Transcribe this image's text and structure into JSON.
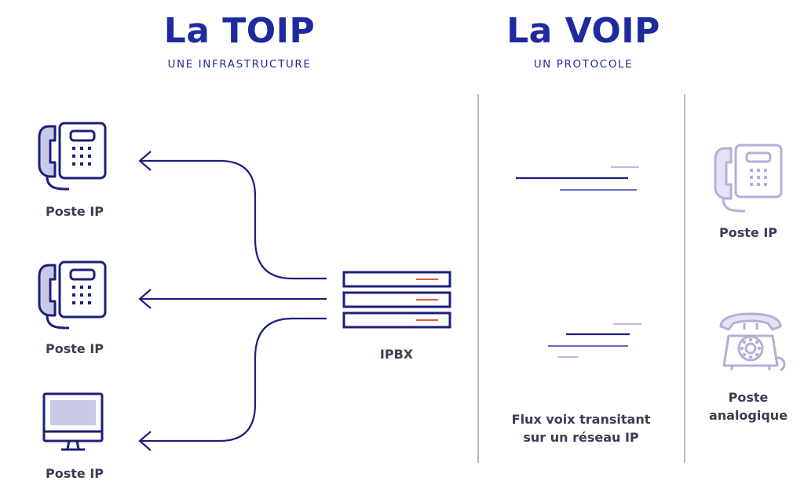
{
  "toip": {
    "title": "La TOIP",
    "subtitle": "UNE INFRASTRUCTURE"
  },
  "voip": {
    "title": "La VOIP",
    "subtitle": "UN PROTOCOLE"
  },
  "left_devices": [
    {
      "label": "Poste IP",
      "icon": "ip-desk-phone-icon"
    },
    {
      "label": "Poste IP",
      "icon": "ip-desk-phone-icon"
    },
    {
      "label": "Poste IP",
      "icon": "computer-monitor-icon"
    }
  ],
  "ipbx": {
    "label": "IPBX",
    "icon": "server-rack-icon"
  },
  "flow": {
    "caption_line1": "Flux voix transitant",
    "caption_line2": "sur un réseau IP"
  },
  "right_devices": [
    {
      "label": "Poste IP",
      "icon": "ip-desk-phone-icon"
    },
    {
      "label_line1": "Poste",
      "label_line2": "analogique",
      "icon": "rotary-phone-icon"
    }
  ],
  "colors": {
    "navy": "#1e2a9e",
    "line": "#1b1f7a",
    "accent_red": "#e8553a",
    "fill_light": "#c9c9e8",
    "purple_light": "#b3afd9",
    "text_grey": "#3b3d52",
    "divider": "#b9bcc8"
  }
}
